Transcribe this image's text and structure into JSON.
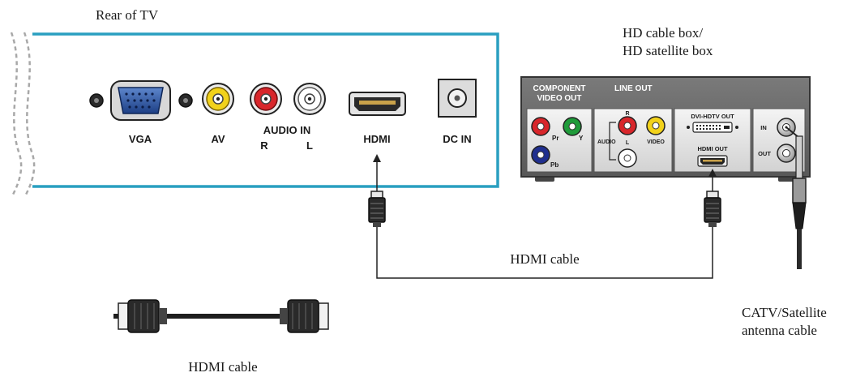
{
  "labels": {
    "rear_of_tv": "Rear of TV",
    "box_line1": "HD cable box/",
    "box_line2": "HD satellite box",
    "hdmi_cable_connection": "HDMI cable",
    "hdmi_cable_illustration": "HDMI cable",
    "antenna_line1": "CATV/Satellite",
    "antenna_line2": "antenna cable"
  },
  "tv_ports": {
    "vga": "VGA",
    "av": "AV",
    "audio_in": "AUDIO IN",
    "audio_r": "R",
    "audio_l": "L",
    "hdmi": "HDMI",
    "dc_in": "DC  IN"
  },
  "box_ports": {
    "component_line1": "COMPONENT",
    "component_line2": "VIDEO OUT",
    "line_out": "LINE OUT",
    "pr": "Pr",
    "y": "Y",
    "pb": "Pb",
    "audio": "AUDIO",
    "r": "R",
    "l": "L",
    "video": "VIDEO",
    "dvi_hdtv_out": "DVI-HDTV OUT",
    "hdmi_out": "HDMI OUT",
    "in": "IN",
    "out": "OUT"
  },
  "colors": {
    "tv_border": "#2a9fc0",
    "box_body": "#6b6b6b",
    "red_jack": "#d8262b",
    "yellow_jack": "#f2d21b",
    "green_jack": "#1f9b3a",
    "blue_jack": "#1f2f8f",
    "vga_blue": "#2c5aa8"
  }
}
